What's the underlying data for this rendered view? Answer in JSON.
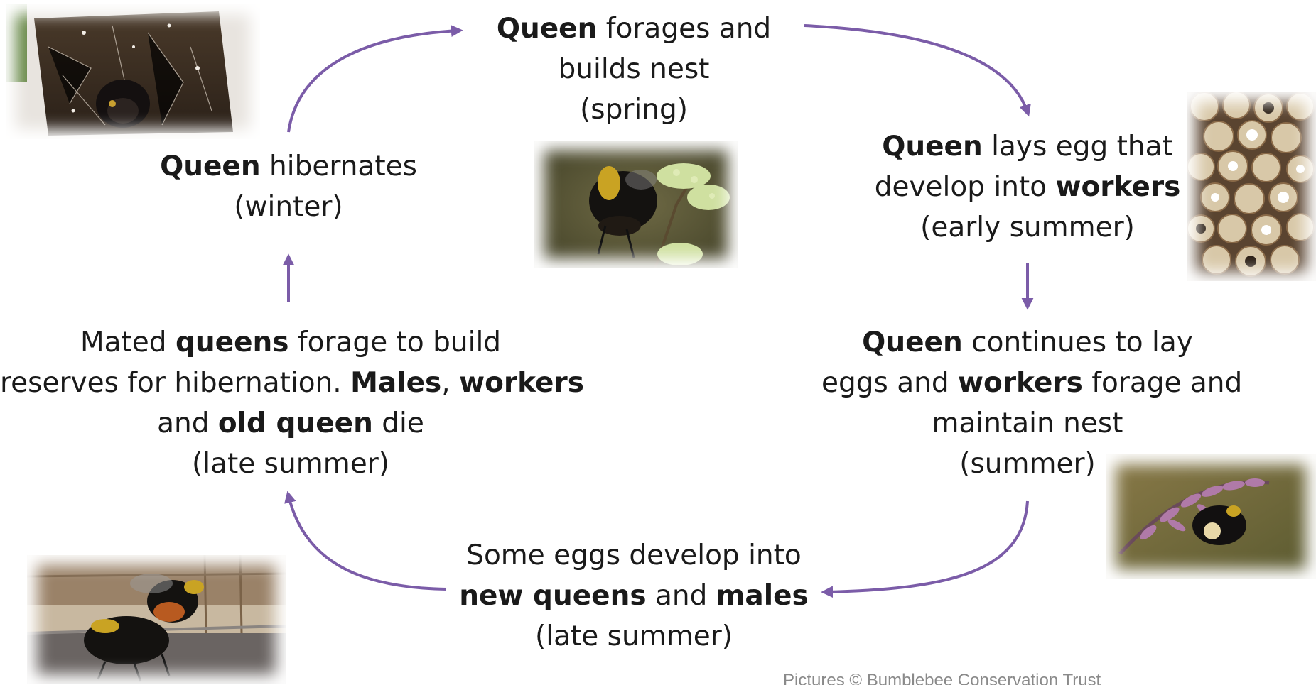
{
  "stages": {
    "spring": {
      "bold": "Queen",
      "rest": " forages and",
      "line2": "builds  nest",
      "line3": "(spring)"
    },
    "early_summer": {
      "bold": "Queen",
      "rest": " lays egg that",
      "line2_pre": "develop into ",
      "line2_bold": "workers",
      "line3": "(early summer)"
    },
    "summer": {
      "bold": "Queen",
      "rest": " continues to lay",
      "line2_pre": "eggs and ",
      "line2_bold": "workers",
      "line2_post": " forage and",
      "line3": "maintain nest",
      "line4": "(summer)"
    },
    "late_summer_eggs": {
      "line1": "Some eggs develop into",
      "line2_bold1": "new queens",
      "line2_mid": " and ",
      "line2_bold2": "males",
      "line3": "(late summer)"
    },
    "late_summer_mated": {
      "line1_pre": "Mated ",
      "line1_bold": "queens",
      "line1_post": " forage to build",
      "line2_pre": "reserves for hibernation. ",
      "line2_bold1": "Males",
      "line2_mid": ", ",
      "line2_bold2": "workers",
      "line3_pre": "and ",
      "line3_bold": "old queen",
      "line3_post": " die",
      "line4": "(late summer)"
    },
    "winter": {
      "bold": "Queen",
      "rest": " hibernates",
      "line2": "(winter)"
    }
  },
  "credit": "Pictures © Bumblebee Conservation Trust",
  "colors": {
    "arrow": "#7b5ca8",
    "text": "#1a1a1a",
    "credit": "#8a8a8a"
  },
  "photos": [
    "nest-in-soil-photo",
    "bee-on-catkin-photo",
    "egg-cells-photo",
    "bee-on-flower-spike-photo",
    "two-bees-on-wood-photo"
  ]
}
